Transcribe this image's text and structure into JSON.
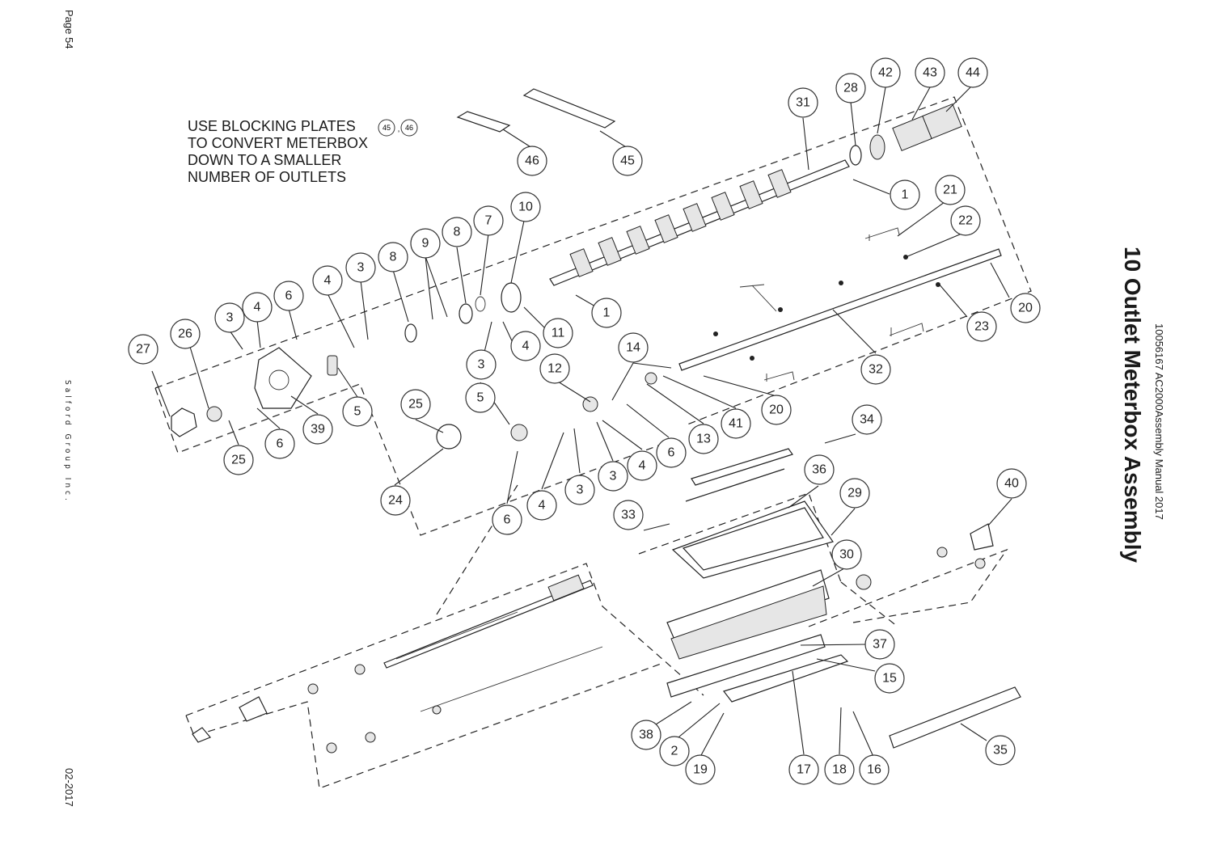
{
  "page": {
    "page_label": "Page 54",
    "company": "Salford Group Inc.",
    "date": "02-2017",
    "title": "10 Outlet Meterbox Assembly",
    "subtitle": "10056167 AC2000Assembly Manual 2017"
  },
  "note": {
    "lines": [
      "USE BLOCKING PLATES",
      "TO CONVERT METERBOX",
      "DOWN TO A SMALLER",
      "NUMBER OF OUTLETS"
    ],
    "refs": [
      "45",
      "46"
    ]
  },
  "callouts": [
    "1",
    "1",
    "2",
    "3",
    "3",
    "3",
    "3",
    "3",
    "4",
    "4",
    "4",
    "4",
    "4",
    "5",
    "5",
    "6",
    "6",
    "6",
    "6",
    "7",
    "8",
    "8",
    "9",
    "10",
    "11",
    "12",
    "13",
    "14",
    "15",
    "16",
    "17",
    "18",
    "19",
    "20",
    "20",
    "21",
    "22",
    "23",
    "24",
    "25",
    "25",
    "26",
    "27",
    "28",
    "29",
    "30",
    "31",
    "32",
    "33",
    "34",
    "35",
    "36",
    "37",
    "38",
    "39",
    "40",
    "41",
    "42",
    "43",
    "44",
    "45",
    "46"
  ]
}
